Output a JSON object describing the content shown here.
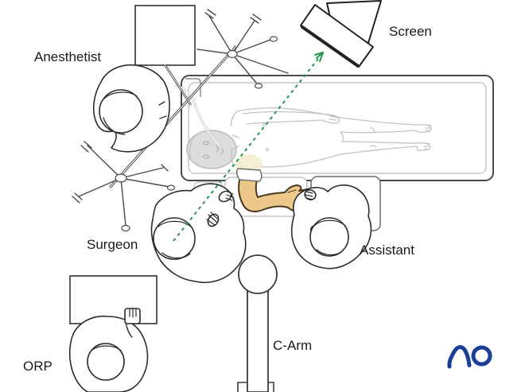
{
  "diagram": {
    "labels": {
      "anesthetist": "Anesthetist",
      "screen": "Screen",
      "surgeon": "Surgeon",
      "assistant": "Assistant",
      "orp": "ORP",
      "c_arm": "C-Arm"
    },
    "logo": {
      "text": "AO",
      "color": "#1c4099"
    },
    "colors": {
      "sight_line_green": "#27954d",
      "highlighted_arm_fill": "#edc88b",
      "highlighted_arm_outline": "#453a20",
      "ink": "#2b2b2b",
      "patient_gray": "#c4c4c4"
    }
  }
}
